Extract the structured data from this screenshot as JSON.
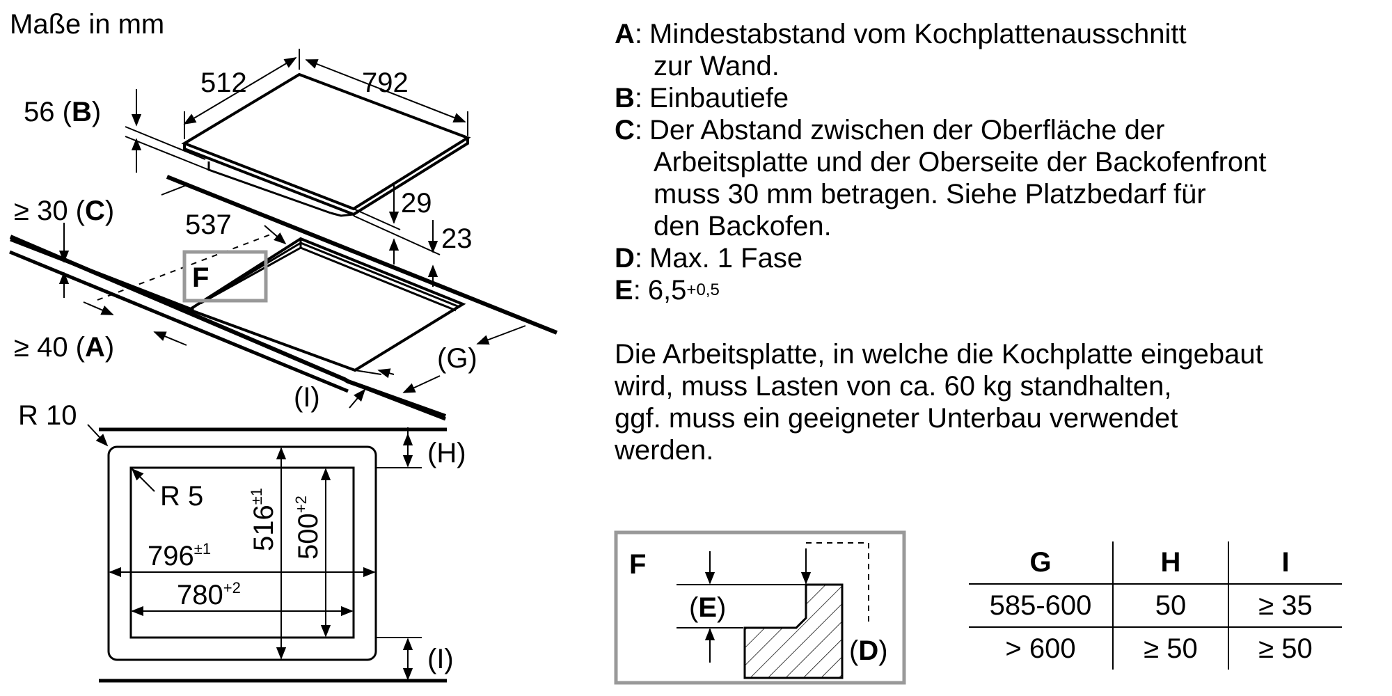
{
  "units_label": "Maße in mm",
  "dimensions": {
    "width_depth": "512",
    "width": "792",
    "depth_b": "56",
    "b_key": "B",
    "min_c": "≥ 30",
    "c_key": "C",
    "cutout_depth": "537",
    "h29": "29",
    "h23": "23",
    "min_a": "≥ 40",
    "a_key": "A",
    "g_label": "(G)",
    "i_label": "(I)",
    "f_box": "F",
    "r10": "R 10",
    "r5": "R 5",
    "h_label": "(H)",
    "i_label_bottom": "(I)",
    "w796": "796",
    "w796_tol": "±1",
    "w780": "780",
    "w780_tol": "+2",
    "h516": "516",
    "h516_tol": "±1",
    "h500": "500",
    "h500_tol": "+2"
  },
  "legend": {
    "a_key": "A",
    "a_text": "Mindestabstand vom Kochplattenausschnitt",
    "a_text2": "zur Wand.",
    "b_key": "B",
    "b_text": "Einbautiefe",
    "c_key": "C",
    "c_text": "Der Abstand zwischen der Oberfläche der",
    "c_text2": "Arbeitsplatte und der Oberseite der Backofenfront",
    "c_text3": "muss 30 mm betragen. Siehe Platzbedarf für",
    "c_text4": "den Backofen.",
    "d_key": "D",
    "d_text": "Max. 1 Fase",
    "e_key": "E",
    "e_text": "6,5",
    "e_tol": "+0,5"
  },
  "note": {
    "line1": "Die Arbeitsplatte, in welche die Kochplatte eingebaut",
    "line2": "wird, muss Lasten von ca. 60 kg standhalten,",
    "line3": "ggf. muss ein geeigneter Unterbau verwendet",
    "line4": "werden."
  },
  "detail": {
    "f_label": "F",
    "e_label": "(E)",
    "e_key": "E",
    "d_label": "(D)",
    "d_key": "D"
  },
  "table": {
    "headers": [
      "G",
      "H",
      "I"
    ],
    "rows": [
      [
        "585-600",
        "50",
        "≥ 35"
      ],
      [
        "> 600",
        "≥ 50",
        "≥ 50"
      ]
    ]
  }
}
